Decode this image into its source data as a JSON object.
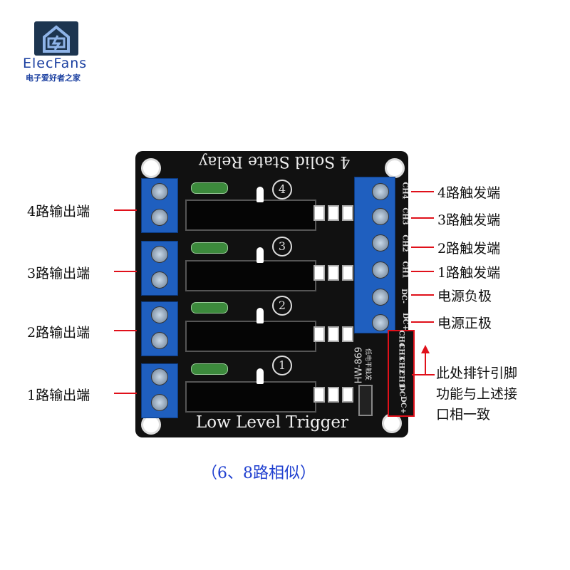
{
  "logo": {
    "name": "ElecFans",
    "subtitle": "电子爱好者之家"
  },
  "board": {
    "title": "4 Solid State Relay",
    "bottom_text": "Low Level Trigger",
    "model": "HW-869",
    "model_sub": "低电平触发",
    "channel_numbers": [
      "4",
      "3",
      "2",
      "1"
    ],
    "pin_labels": [
      "CH4",
      "CH3",
      "CH2",
      "CH1",
      "DC-",
      "DC+"
    ]
  },
  "annotations": {
    "outputs": [
      "4路输出端",
      "3路输出端",
      "2路输出端",
      "1路输出端"
    ],
    "inputs": [
      "4路触发端",
      "3路触发端",
      "2路触发端",
      "1路触发端",
      "电源负极",
      "电源正极"
    ],
    "header_note": [
      "此处排针引脚",
      "功能与上述接",
      "口相一致"
    ]
  },
  "caption": "（6、8路相似）",
  "colors": {
    "accent": "#e0101a",
    "caption": "#2040d0",
    "terminal": "#1f5fbf"
  }
}
